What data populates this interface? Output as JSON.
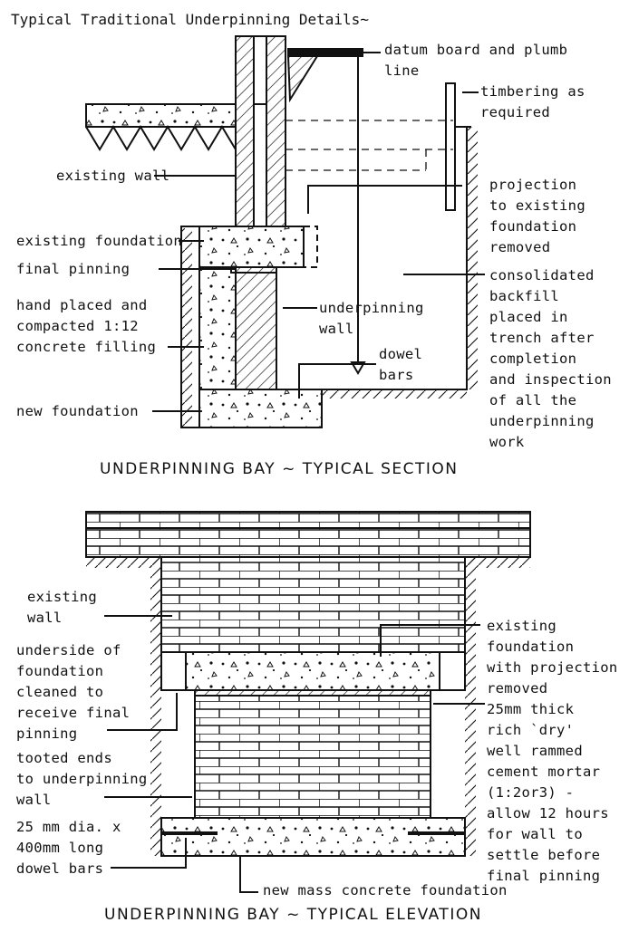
{
  "title": "Typical Traditional Underpinning Details~",
  "section": {
    "caption": "UNDERPINNING BAY ~ TYPICAL SECTION",
    "labels": {
      "datum": "datum board and plumb\nline",
      "timbering": "timbering as\nrequired",
      "existing_wall": "existing wall",
      "projection": "projection\nto existing\nfoundation\nremoved",
      "existing_foundation": "existing foundation",
      "final_pinning": "final pinning",
      "consolidated": "consolidated\nbackfill\nplaced in\ntrench after\ncompletion\nand inspection\nof all the\nunderpinning\nwork",
      "hand_placed": "hand placed and\ncompacted 1:12\nconcrete filling",
      "underpinning_wall": "underpinning\nwall",
      "dowel": "dowel\nbars",
      "new_foundation": "new foundation"
    }
  },
  "elevation": {
    "caption": "UNDERPINNING BAY ~ TYPICAL ELEVATION",
    "labels": {
      "existing_wall": "existing\nwall",
      "existing_foundation": "existing\nfoundation\nwith projection\nremoved",
      "underside": "underside of\nfoundation\ncleaned to\nreceive final\npinning",
      "mortar": "25mm thick\nrich `dry'\nwell rammed\ncement mortar\n(1:2or3) -\nallow 12 hours\nfor wall to\nsettle before\nfinal pinning",
      "tooted": "tooted ends\nto underpinning\nwall",
      "dowel": "25 mm dia. x\n400mm long\ndowel bars",
      "new_mass": "new mass concrete foundation"
    }
  }
}
